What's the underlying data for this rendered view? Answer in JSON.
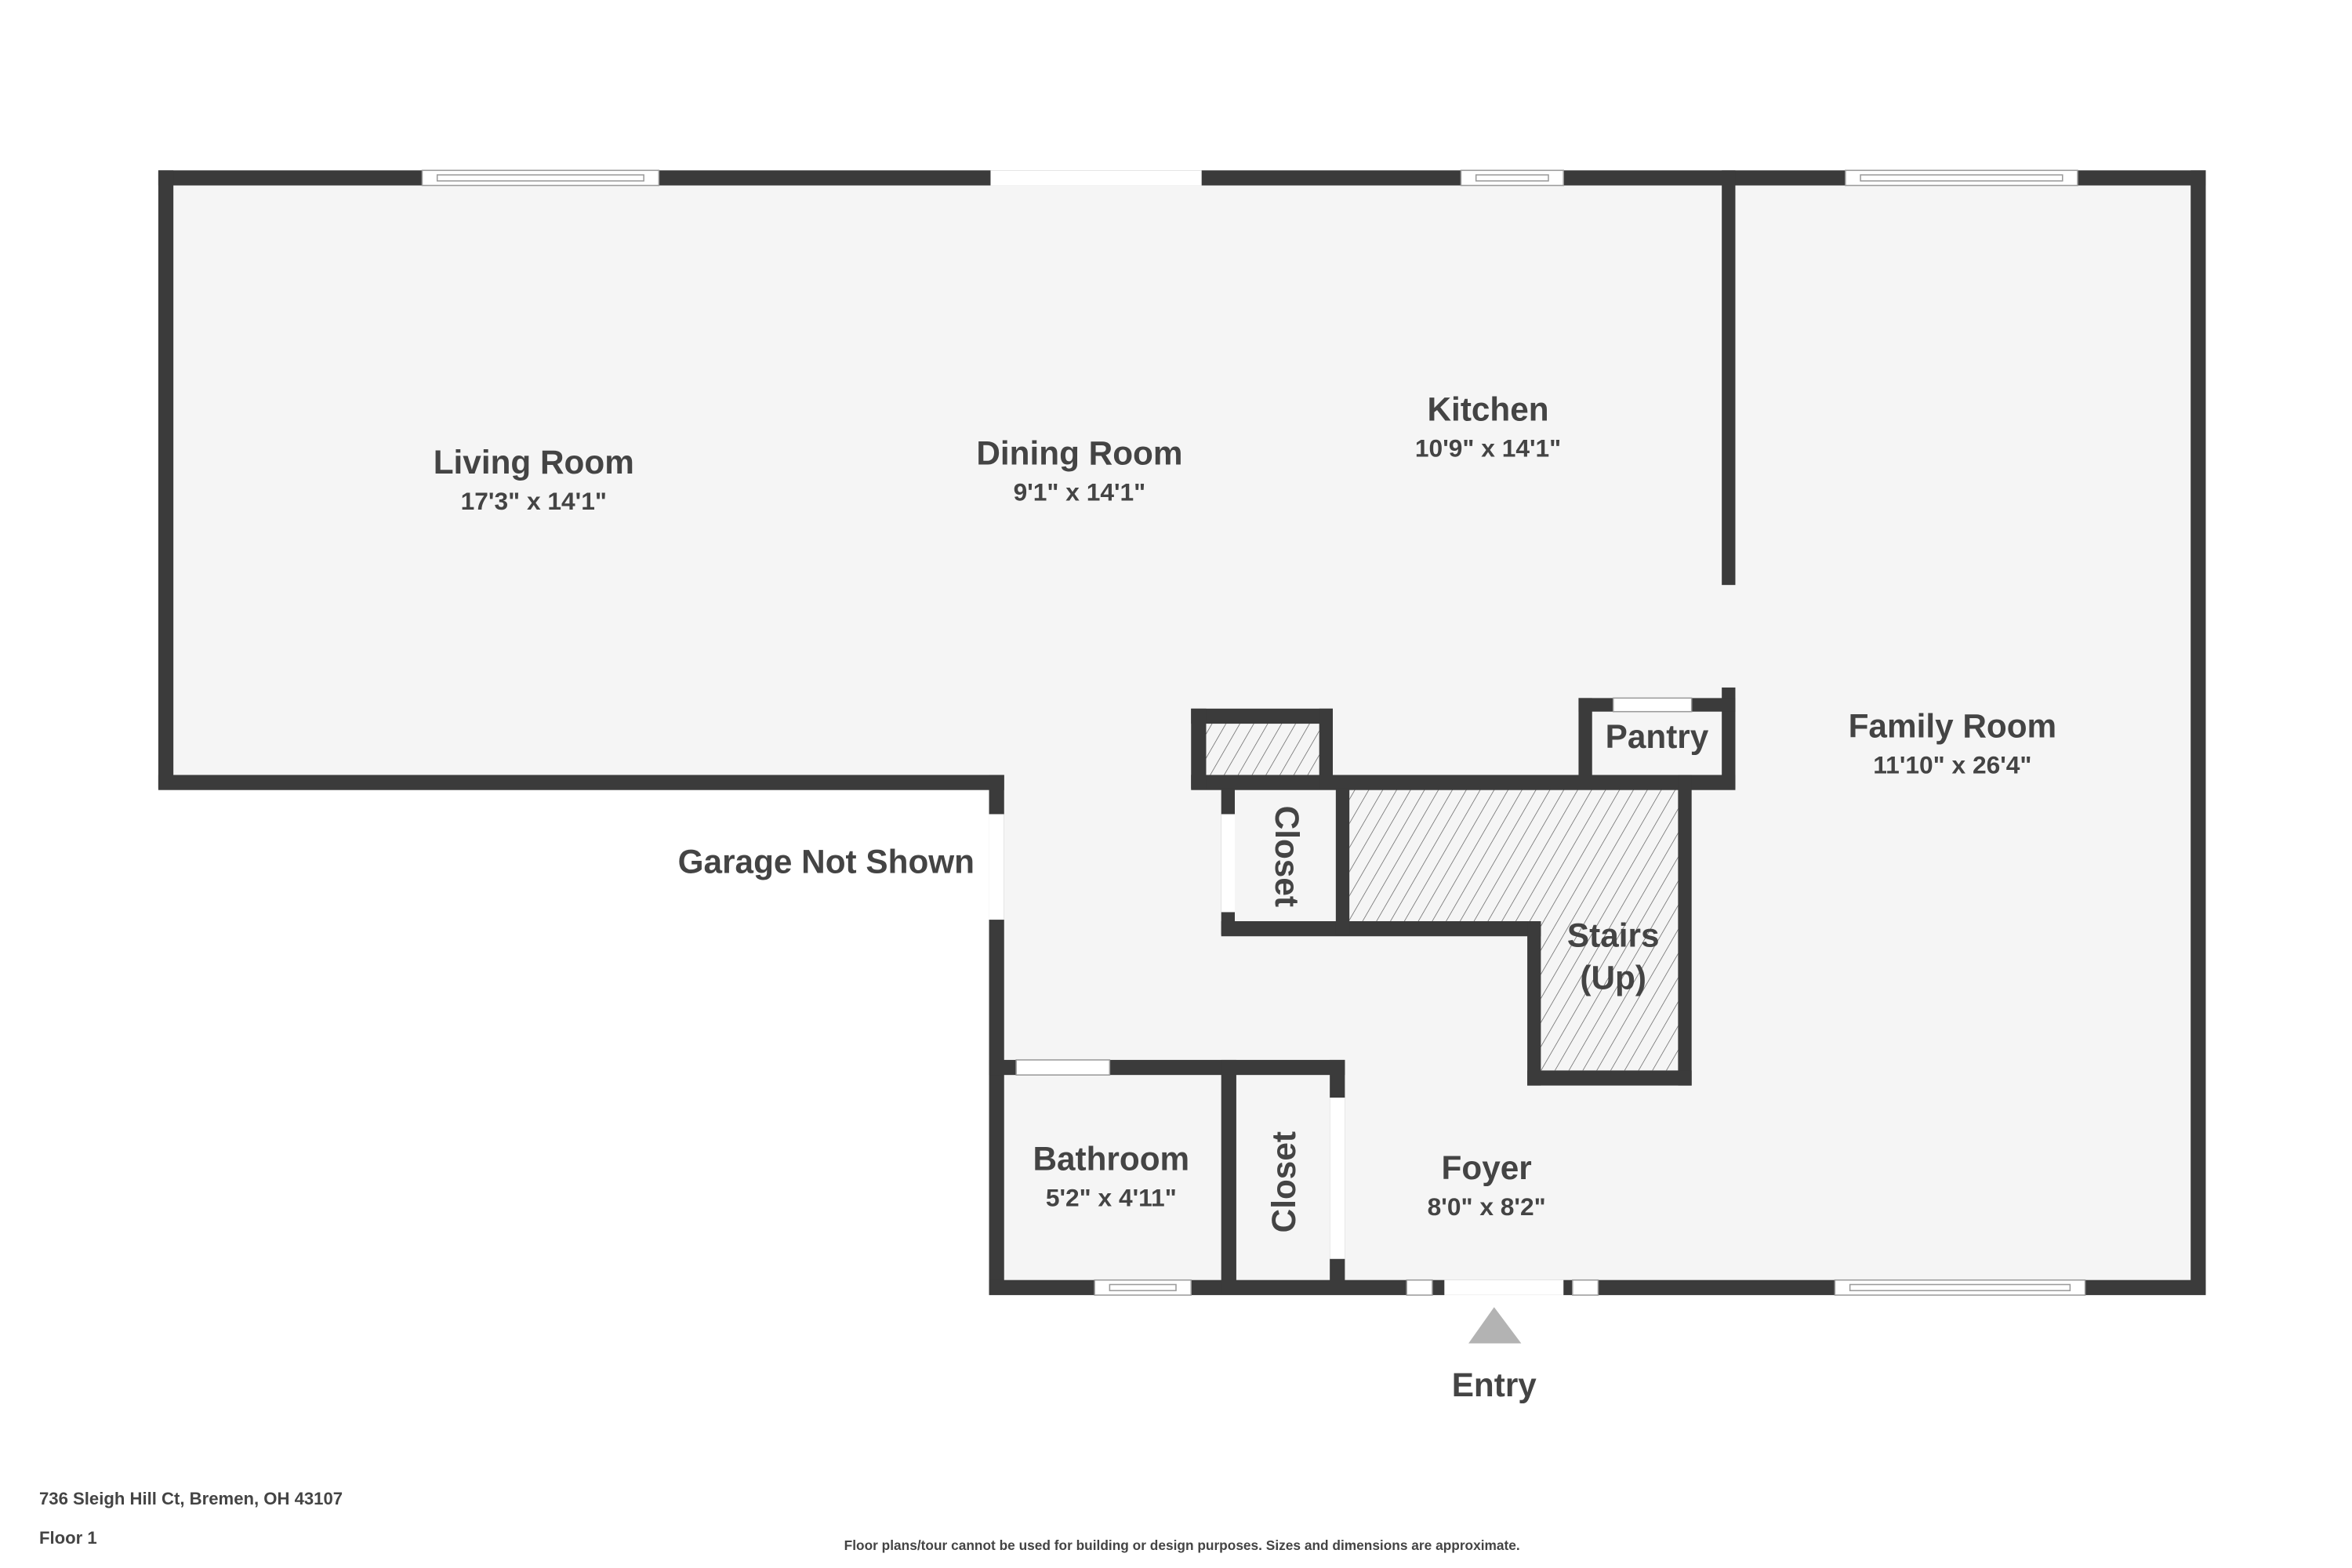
{
  "rooms": {
    "living": {
      "name": "Living Room",
      "dims": "17'3\" x 14'1\""
    },
    "dining": {
      "name": "Dining Room",
      "dims": "9'1\" x 14'1\""
    },
    "kitchen": {
      "name": "Kitchen",
      "dims": "10'9\" x 14'1\""
    },
    "family": {
      "name": "Family Room",
      "dims": "11'10\" x 26'4\""
    },
    "pantry": {
      "name": "Pantry"
    },
    "closet_upper": {
      "name": "Closet"
    },
    "stairs": {
      "name_line1": "Stairs",
      "name_line2": "(Up)"
    },
    "bathroom": {
      "name": "Bathroom",
      "dims": "5'2\" x 4'11\""
    },
    "closet_lower": {
      "name": "Closet"
    },
    "foyer": {
      "name": "Foyer",
      "dims": "8'0\" x 8'2\""
    }
  },
  "garage_note": "Garage Not Shown",
  "entry_label": "Entry",
  "footer": {
    "address": "736 Sleigh Hill Ct, Bremen, OH 43107",
    "floor": "Floor 1",
    "disclaimer": "Floor plans/tour cannot be used for building or design purposes. Sizes and dimensions are approximate."
  },
  "colors": {
    "wall": "#3b3b3b",
    "floor": "#f5f5f5",
    "entry_arrow": "#b3b3b3"
  }
}
